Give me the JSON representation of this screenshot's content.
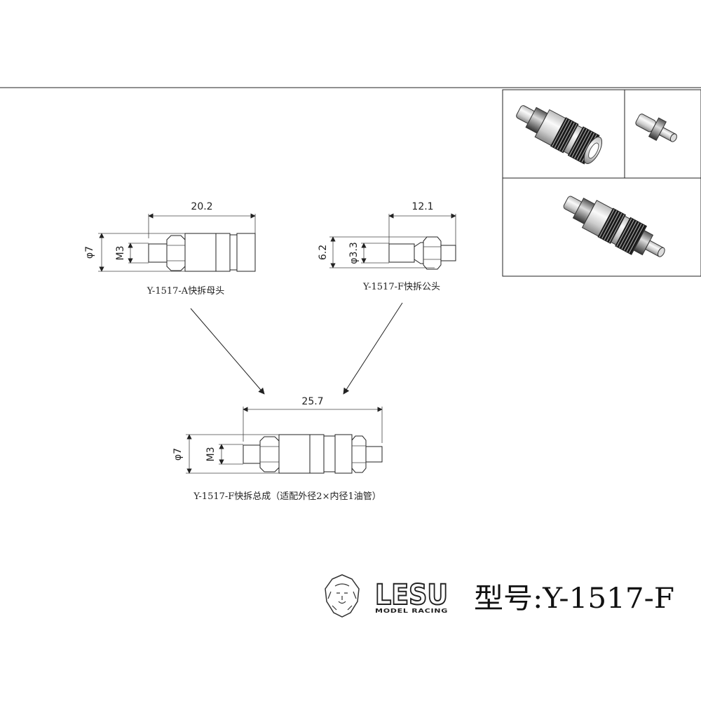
{
  "drawings": {
    "female": {
      "length": "20.2",
      "dia_outer": "φ7",
      "thread": "M3",
      "caption": "Y-1517-A快拆母头"
    },
    "male": {
      "length": "12.1",
      "dia_outer": "6.2",
      "dia_inner": "φ3.3",
      "caption": "Y-1517-F快拆公头"
    },
    "assembly": {
      "length": "25.7",
      "dia_outer": "φ7",
      "thread": "M3",
      "caption": "Y-1517-F快拆总成（适配外径2×内径1油管）"
    }
  },
  "brand": {
    "name": "LESU",
    "tagline": "MODEL RACING"
  },
  "model_label": "型号:Y-1517-F",
  "colors": {
    "line": "#222222",
    "metal": "#e8e8e8",
    "knurl": "#111111",
    "background": "#ffffff"
  }
}
